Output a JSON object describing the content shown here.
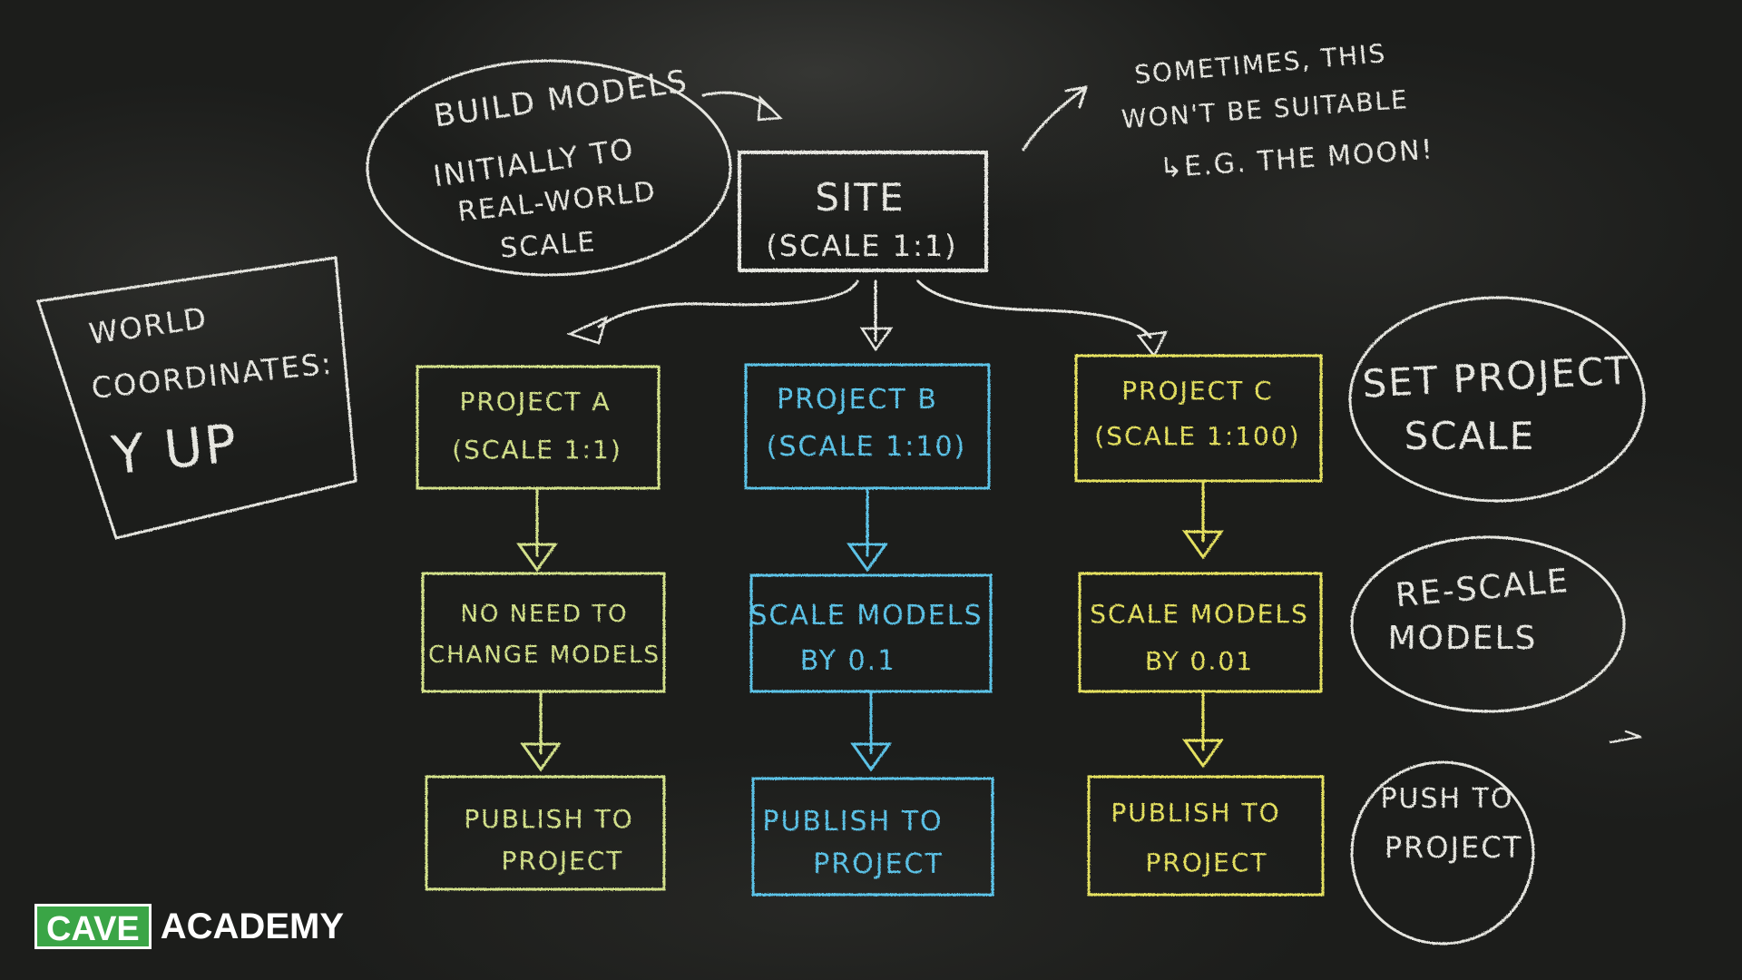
{
  "colors": {
    "white_chalk": "#e6e6e0",
    "green_chalk": "#d2e08a",
    "blue_chalk": "#5cc2e6",
    "yellow_chalk": "#e4e060",
    "brand_green": "#3aa546"
  },
  "notes": {
    "build_models": [
      "BUILD MODELS",
      "INITIALLY TO",
      "REAL-WORLD",
      "SCALE"
    ],
    "sometimes": [
      "SOMETIMES, THIS",
      "WON'T BE SUITABLE",
      "↳E.G. THE MOON!"
    ],
    "world_coords": [
      "WORLD",
      "COORDINATES:",
      "Y UP"
    ]
  },
  "site": {
    "title": "SITE",
    "scale": "(SCALE 1:1)"
  },
  "columns": [
    {
      "project": [
        "PROJECT A",
        "(SCALE 1:1)"
      ],
      "step": [
        "NO NEED TO",
        "CHANGE MODELS"
      ],
      "publish": [
        "PUBLISH TO",
        "PROJECT"
      ]
    },
    {
      "project": [
        "PROJECT B",
        "(SCALE 1:10)"
      ],
      "step": [
        "SCALE MODELS",
        "BY 0.1"
      ],
      "publish": [
        "PUBLISH TO",
        "PROJECT"
      ]
    },
    {
      "project": [
        "PROJECT C",
        "(SCALE 1:100)"
      ],
      "step": [
        "SCALE MODELS",
        "BY 0.01"
      ],
      "publish": [
        "PUBLISH TO",
        "PROJECT"
      ]
    }
  ],
  "side_labels": {
    "set_scale": [
      "SET PROJECT",
      "SCALE"
    ],
    "rescale": [
      "RE-SCALE",
      "MODELS"
    ],
    "push": [
      "PUSH TO",
      "PROJECT"
    ]
  },
  "brand": {
    "mark": "CAVE",
    "name": "ACADEMY"
  }
}
